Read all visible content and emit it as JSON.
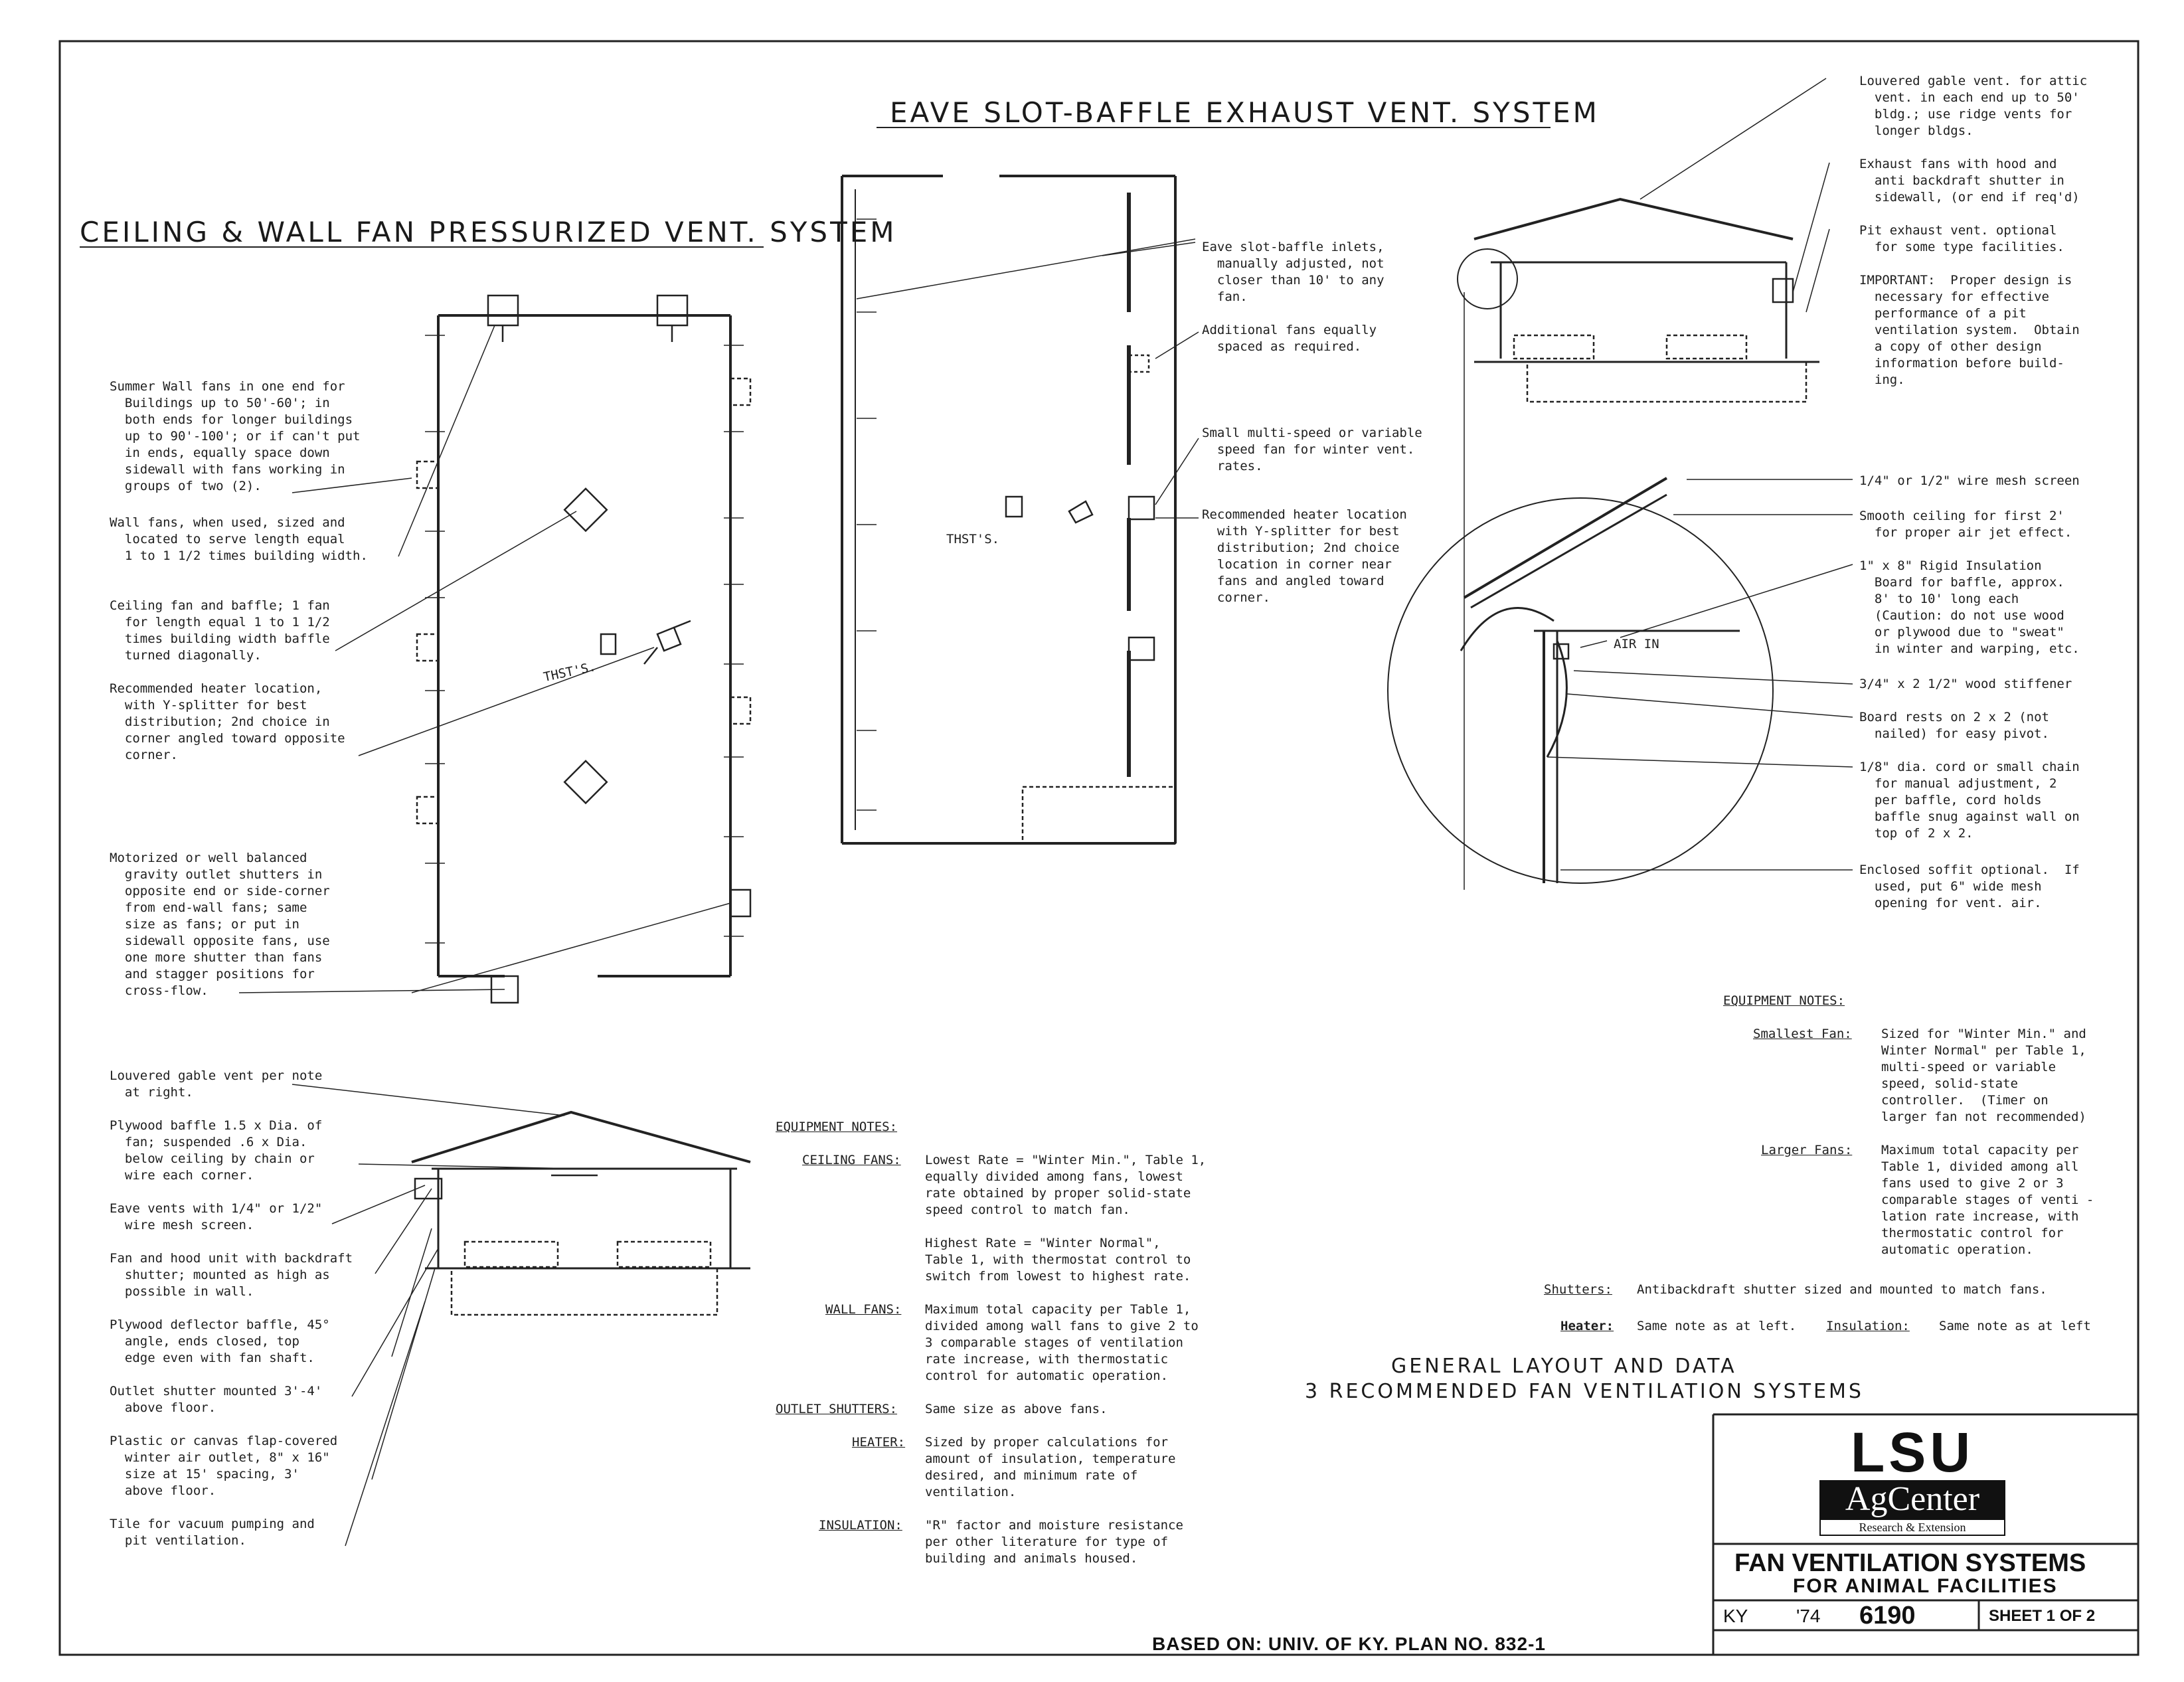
{
  "titles": {
    "eave": "EAVE SLOT-BAFFLE EXHAUST VENT. SYSTEM",
    "ceiling": "CEILING & WALL FAN PRESSURIZED VENT. SYSTEM",
    "general_1": "GENERAL LAYOUT AND DATA",
    "general_2": "3 RECOMMENDED FAN VENTILATION SYSTEMS"
  },
  "left_notes": [
    "Summer Wall fans in one end for\n  Buildings up to 50'-60'; in\n  both ends for longer buildings\n  up to 90'-100'; or if can't put\n  in ends, equally space down\n  sidewall with fans working in\n  groups of two (2).",
    "Wall fans, when used, sized and\n  located to serve length equal\n  1 to 1 1/2 times building width.",
    "Ceiling fan and baffle; 1 fan\n  for length equal 1 to 1 1/2\n  times building width baffle\n  turned diagonally.",
    "Recommended heater location,\n  with Y-splitter for best\n  distribution; 2nd choice in\n  corner angled toward opposite\n  corner.",
    "Motorized or well balanced\n  gravity outlet shutters in\n  opposite end or side-corner\n  from end-wall fans; same\n  size as fans; or put in\n  sidewall opposite fans, use\n  one more shutter than fans\n  and stagger positions for\n  cross-flow."
  ],
  "middle_notes": [
    "Eave slot-baffle inlets,\n  manually adjusted, not\n  closer than 10' to any\n  fan.",
    "Additional fans equally\n  spaced as required.",
    "Small multi-speed or variable\n  speed fan for winter vent.\n  rates.",
    "Recommended heater location\n  with Y-splitter for best\n  distribution; 2nd choice\n  location in corner near\n  fans and angled toward\n  corner."
  ],
  "thst_label": "THST'S.",
  "right_top_notes": [
    "Louvered gable vent. for attic\n  vent. in each end up to 50'\n  bldg.; use ridge vents for\n  longer bldgs.",
    "Exhaust fans with hood and\n  anti backdraft shutter in\n  sidewall, (or end if req'd)",
    "Pit exhaust vent. optional\n  for some type facilities.",
    "IMPORTANT:  Proper design is\n  necessary for effective\n  performance of a pit\n  ventilation system.  Obtain\n  a copy of other design\n  information before build-\n  ing."
  ],
  "right_detail_notes": [
    "1/4\" or 1/2\" wire mesh screen",
    "Smooth ceiling for first 2'\n  for proper air jet effect.",
    "1\" x 8\" Rigid Insulation\n  Board for baffle, approx.\n  8' to 10' long each\n  (Caution: do not use wood\n  or plywood due to \"sweat\"\n  in winter and warping, etc.",
    "3/4\" x 2 1/2\" wood stiffener",
    "Board rests on 2 x 2 (not\n  nailed) for easy pivot.",
    "1/8\" dia. cord or small chain\n  for manual adjustment, 2\n  per baffle, cord holds\n  baffle snug against wall on\n  top of 2 x 2.",
    "Enclosed soffit optional.  If\n  used, put 6\" wide mesh\n  opening for vent. air."
  ],
  "air_in": "AIR IN",
  "section_notes": [
    "Louvered gable vent per note\n  at right.",
    "Plywood baffle 1.5 x Dia. of\n  fan; suspended .6 x Dia.\n  below ceiling by chain or\n  wire each corner.",
    "Eave vents with 1/4\" or 1/2\"\n  wire mesh screen.",
    "Fan and hood unit with backdraft\n  shutter; mounted as high as\n  possible in wall.",
    "Plywood deflector baffle, 45°\n  angle, ends closed, top\n  edge even with fan shaft.",
    "Outlet shutter mounted 3'-4'\n  above floor.",
    "Plastic or canvas flap-covered\n  winter air outlet, 8\" x 16\"\n  size at 15' spacing, 3'\n  above floor.",
    "Tile for vacuum pumping and\n  pit ventilation."
  ],
  "equipment_mid": {
    "heading": "EQUIPMENT NOTES:",
    "items": [
      {
        "label": "CEILING FANS:",
        "text": "Lowest Rate = \"Winter Min.\", Table 1,\nequally divided among fans, lowest\nrate obtained by proper solid-state\nspeed control to match fan.\n\nHighest Rate = \"Winter Normal\",\nTable 1, with thermostat control to\nswitch from lowest to highest rate."
      },
      {
        "label": "WALL FANS:",
        "text": "Maximum total capacity per Table 1,\ndivided among wall fans to give 2 to\n3 comparable stages of ventilation\nrate increase, with thermostatic\ncontrol for automatic operation."
      },
      {
        "label": "OUTLET SHUTTERS:",
        "text": "Same size as above fans."
      },
      {
        "label": "HEATER:",
        "text": "Sized by proper calculations for\namount of insulation, temperature\ndesired, and minimum rate of\nventilation."
      },
      {
        "label": "INSULATION:",
        "text": "\"R\" factor and moisture resistance\nper other literature for type of\nbuilding and animals housed."
      }
    ]
  },
  "equipment_right": {
    "heading": "EQUIPMENT NOTES:",
    "smallest_label": "Smallest Fan:",
    "smallest_text": "Sized for \"Winter Min.\" and\nWinter Normal\" per Table 1,\nmulti-speed or variable\nspeed, solid-state\ncontroller.  (Timer on\nlarger fan not recommended)",
    "larger_label": "Larger Fans:",
    "larger_text": "Maximum total capacity per\nTable 1, divided among all\nfans used to give 2 or 3\ncomparable stages of venti -\nlation rate increase, with\nthermostatic control for\nautomatic operation.",
    "shutters_label": "Shutters:",
    "shutters_text": "Antibackdraft shutter sized and mounted to match fans.",
    "heater_label": "Heater:",
    "heater_text": "Same note as at left.",
    "insulation_label": "Insulation:",
    "insulation_text": "Same note as at left"
  },
  "title_block": {
    "logo_top": "LSU",
    "logo_mid": "AgCenter",
    "logo_sub": "Research & Extension",
    "system_title": "FAN VENTILATION SYSTEMS",
    "system_subtitle": "FOR ANIMAL FACILITIES",
    "state": "KY",
    "year": "'74",
    "plan_no": "6190",
    "sheet": "SHEET 1 OF 2"
  },
  "based_on": "BASED ON: UNIV. OF KY. PLAN NO. 832-1"
}
